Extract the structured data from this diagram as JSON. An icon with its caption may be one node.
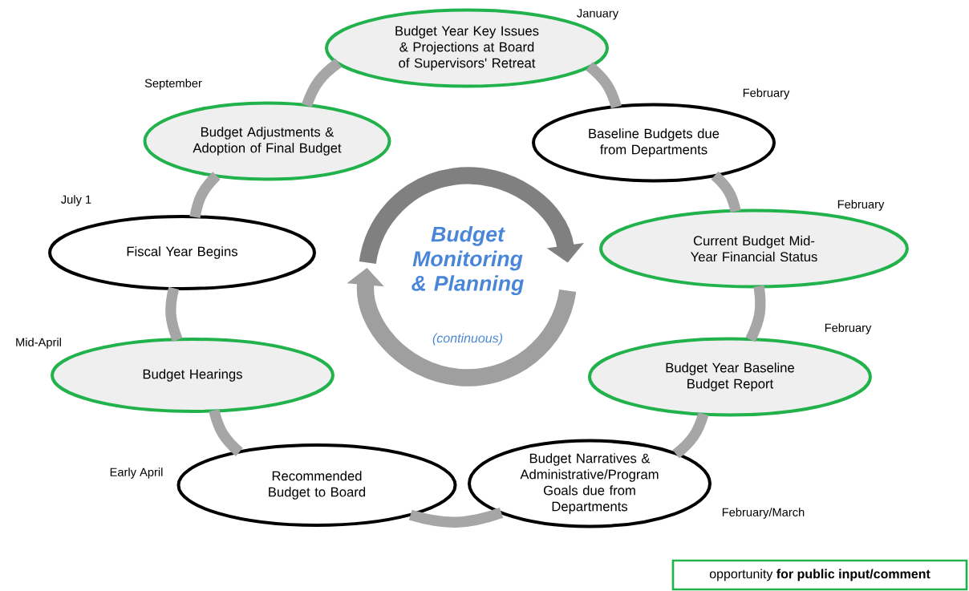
{
  "diagram": {
    "nodes": [
      {
        "text": [
          "Budget Year Key Issues & Projections at Board of Supervisors' Retreat"
        ],
        "beside": [
          "January"
        ]
      },
      {
        "text": [
          "Baseline Budgets due from Departments"
        ],
        "beside": [
          "February"
        ]
      },
      {
        "text": [
          "Current Budget Mid-Year Financial Status"
        ],
        "beside": [
          "February"
        ]
      },
      {
        "text": [
          "Budget Year Baseline Budget Report"
        ],
        "beside": [
          "February"
        ]
      },
      {
        "text": [
          "Budget Narratives & Administrative/Program Goals due from Departments"
        ],
        "beside": [
          "February/March"
        ]
      },
      {
        "text": [
          "Recommended Budget to Board"
        ],
        "beside": [
          "Early April"
        ]
      },
      {
        "text": [
          "Budget Hearings"
        ],
        "beside": [
          "Mid-April"
        ]
      },
      {
        "text": [
          "Fiscal Year Begins"
        ],
        "beside": [
          "July 1"
        ]
      },
      {
        "text": [
          "Budget Adjustments & Adoption of Final Budget"
        ],
        "beside": [
          "September"
        ]
      }
    ],
    "edges": [
      {
        "from": 0,
        "to": 1,
        "arrow": "none"
      },
      {
        "from": 1,
        "to": 2,
        "arrow": "none"
      },
      {
        "from": 2,
        "to": 3,
        "arrow": "none"
      },
      {
        "from": 3,
        "to": 4,
        "arrow": "none"
      },
      {
        "from": 4,
        "to": 5,
        "arrow": "none"
      },
      {
        "from": 5,
        "to": 6,
        "arrow": "none"
      },
      {
        "from": 6,
        "to": 7,
        "arrow": "none"
      },
      {
        "from": 7,
        "to": 8,
        "arrow": "none"
      },
      {
        "from": 8,
        "to": 0,
        "arrow": "none"
      }
    ],
    "labels": [
      "Budget Monitoring & Planning",
      "(continuous)"
    ],
    "legend": [
      {
        "text": "opportunity **for public input/comment**"
      }
    ]
  }
}
